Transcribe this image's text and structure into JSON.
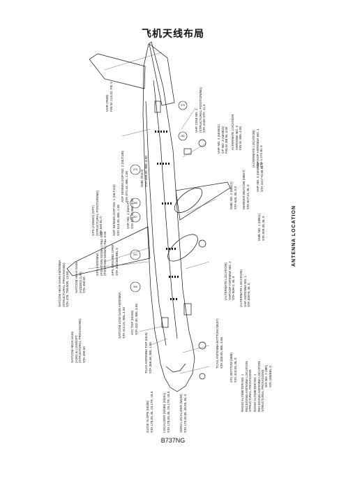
{
  "title": "飞机天线布局",
  "side_title": "ANTENNA LOCATION",
  "footer": "B737NG",
  "callouts": [
    {
      "id": "vor",
      "lines": [
        "VOR (#648)",
        "FIN W. 213.32, FB. 0"
      ]
    },
    {
      "id": "vhf-com-1",
      "lines": [
        "VHF COM NO. 1",
        "(STRUCTURAL POSITIONING)",
        "STA 1040 STF, 11.3"
      ]
    },
    {
      "id": "gps-optional",
      "lines": [
        "GPS (ADDED) (OPT)",
        "(STRUCTURAL POSITIONING)",
        "STA 640 BL 0"
      ]
    },
    {
      "id": "satcom-high-gain",
      "lines": [
        "SATCOM HIGH GAIN",
        "(ADDED) (L/R)",
        "STA 490.50"
      ]
    },
    {
      "id": "satcom-low-gain-1",
      "lines": [
        "SATCOM HIGH GAIN ANTENNA",
        "(STRUCTURAL PROVISIONS)",
        "STA 478, 799.50R, 13.80"
      ]
    },
    {
      "id": "satcom-low-gain-2",
      "lines": [
        "SATCOM HIGH GAIN",
        "(ADD) & LOW/OPT",
        "(STRUCTURAL PROVISIONS)",
        "STA 490.50"
      ]
    },
    {
      "id": "gps-antenna",
      "lines": [
        "GPS ANTENNA",
        "(POSITION SIGNAL) R&L 0.00",
        "(POSITION SIGNAL) R&L 0.00"
      ]
    },
    {
      "id": "gps-ground-cpnt",
      "lines": [
        "GPS GROUND CPNT",
        "STA 300/360 BBL 0"
      ]
    },
    {
      "id": "adf-sense-1",
      "lines": [
        "ADF SENSE/LOOP NO. 1 (MLT110)",
        "STA 513.35, BBL 1.55"
      ]
    },
    {
      "id": "vhf-1",
      "lines": [
        "VHF NO. 1 (MACF)",
        "STA 530.50 BBL 4.00"
      ]
    },
    {
      "id": "adf-sense-2",
      "lines": [
        "ADF SENSE/LOOP NO. 2 (MLT106)",
        "STA 571.44, BBL 1.00"
      ]
    },
    {
      "id": "dme-top",
      "lines": [
        "DME (R110)",
        "STA 599.35, BBL 4.00"
      ]
    },
    {
      "id": "vhf-2",
      "lines": [
        "VHF NO. 2 (MAB02)",
        "OF NO. 3 (MAB03)",
        "FIN W. BB BL 4.00"
      ]
    },
    {
      "id": "alternate-loc-1",
      "lines": [
        "ALTERNATE LOCATION",
        "ANTENNA NO. 3",
        "FIN W. BBL 4.00"
      ]
    },
    {
      "id": "alternate-loc-2",
      "lines": [
        "(ALTERNATE LOCATION)",
        "VHF/ADF ANTENNA NO. 1",
        "STA 1.274 BL 0"
      ]
    },
    {
      "id": "vhf-3",
      "lines": [
        "VHF NO. 3 (MAB03)",
        "STA 1017+0.88 BL 0"
      ]
    },
    {
      "id": "dme-2",
      "lines": [
        "DME NO. 2 (MB12)",
        "STA 645, BL 0.0"
      ]
    },
    {
      "id": "marker-beacon",
      "lines": [
        "MARKER BEACON (MB27)",
        "STA 627.15, BL 0"
      ]
    },
    {
      "id": "dme-1",
      "lines": [
        "DME NO. 1 (MB11)",
        "STA 509.48, BL 0"
      ]
    },
    {
      "id": "alternate-loc-3",
      "lines": [
        "(ALTERNATE LOCATION)",
        "VHF/ADF ANTENNA NO. 2",
        "STA 509+2, BL 0"
      ]
    },
    {
      "id": "alternate-loc-4",
      "lines": [
        "(ALTERNATE LOCATION)",
        "VHF ANTENNA NO. 1",
        "STA 500+6, BL 0"
      ]
    },
    {
      "id": "satcom-low-gain",
      "lines": [
        "SATCOM LOW GAIN ANTENNA",
        "STA 412.15, BBL 4.93"
      ]
    },
    {
      "id": "atc-top",
      "lines": [
        "ATC TOP (M193)",
        "STA 432.30, BBL 3.56"
      ]
    },
    {
      "id": "tcas-top",
      "lines": [
        "TCAS ANTENNA TOP (M19)",
        "STA 386.38, BBL 1.55"
      ]
    },
    {
      "id": "tcas-bottom",
      "lines": [
        "TCAS ANTENNA BOTTOM (M187)",
        "STA 330.00, BBL 3.56"
      ]
    },
    {
      "id": "atc-bottom",
      "lines": [
        "ATC BOTTOM (M88)",
        "STA 323.00, BL 0"
      ]
    },
    {
      "id": "radio-altimeter-1",
      "lines": [
        "RADIO ALTIMETER NO. 1",
        "RECEIVING ANTENNA LOCATION",
        "STRUCTURAL PROVISIONS"
      ]
    },
    {
      "id": "radio-altimeter-2",
      "lines": [
        "RADIO ALTIMETER NO. 1",
        "RECEIVING ANTENNA LOCATION",
        "STRUCTURAL PROVISIONS"
      ]
    },
    {
      "id": "wx-radar",
      "lines": [
        "WX NO. 2 (MR)",
        "STA 185/BBL 0"
      ]
    },
    {
      "id": "glide-slope",
      "lines": [
        "GLIDE SLOPE (M188)",
        "STA 178.00, BL 23.17R, 18.5"
      ]
    },
    {
      "id": "localizer",
      "lines": [
        "LOCALIZER (M188) (M191)",
        "STA 178.00, BL 29.17R, 18.5"
      ]
    },
    {
      "id": "aero-localizer",
      "lines": [
        "AERO LOCALIZER (M190)",
        "STA 170.00 BL 48.00, BL 0"
      ]
    }
  ],
  "stations": [
    "270",
    "380",
    "327",
    "331",
    "300",
    "279",
    "281"
  ]
}
